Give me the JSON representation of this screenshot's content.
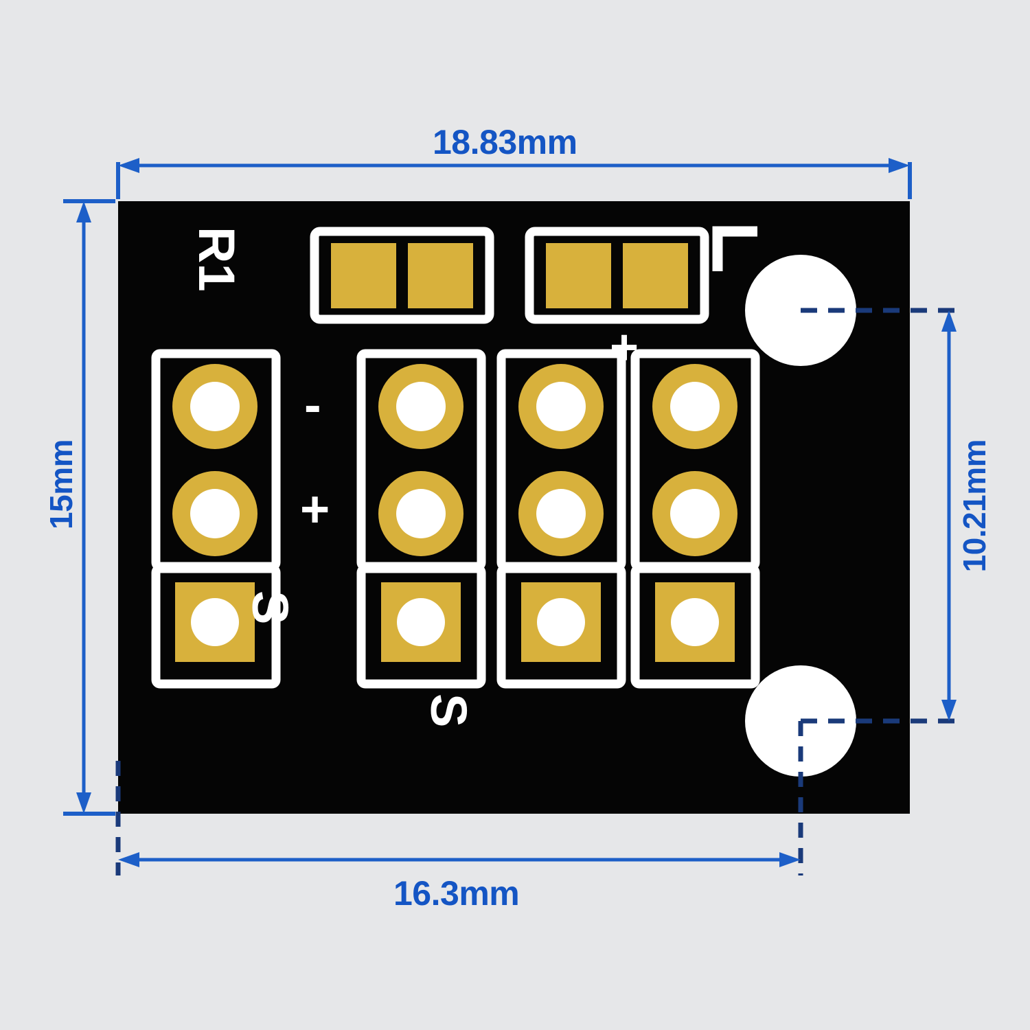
{
  "page": {
    "background_color": "#e6e7e9",
    "title": "PCB dimension drawing"
  },
  "board": {
    "substrate_color": "#050505",
    "pad_color": "#d8b13c",
    "hole_color": "#ffffff",
    "silkscreen_color": "#ffffff",
    "labels": {
      "reference_designator": "R1",
      "corner_marker": "L",
      "minus": "-",
      "plus_left": "+",
      "plus_top": "+",
      "s_left": "S",
      "s_bottom": "S"
    }
  },
  "dimensions": {
    "accent_color": "#1455c4",
    "top": {
      "value": "18.83mm",
      "orientation": "horizontal",
      "description": "overall board width"
    },
    "left": {
      "value": "15mm",
      "orientation": "vertical",
      "description": "overall board height"
    },
    "right": {
      "value": "10.21mm",
      "orientation": "vertical",
      "description": "mounting hole center to center vertical spacing"
    },
    "bottom": {
      "value": "16.3mm",
      "orientation": "horizontal",
      "description": "left board edge to mounting hole center"
    }
  },
  "pad_columns": [
    {
      "name": "column-1",
      "pads": [
        "round",
        "round",
        "square"
      ]
    },
    {
      "name": "column-2",
      "pads": [
        "round",
        "round",
        "square"
      ]
    },
    {
      "name": "column-3",
      "pads": [
        "round",
        "round",
        "square"
      ]
    },
    {
      "name": "column-4",
      "pads": [
        "round",
        "round",
        "square"
      ]
    }
  ],
  "smd_footprints": [
    {
      "name": "smd-footprint-r1",
      "pads": 2
    },
    {
      "name": "smd-footprint-right",
      "pads": 2
    }
  ],
  "mounting_holes": [
    {
      "name": "mounting-hole-top-right"
    },
    {
      "name": "mounting-hole-bottom-right"
    }
  ]
}
